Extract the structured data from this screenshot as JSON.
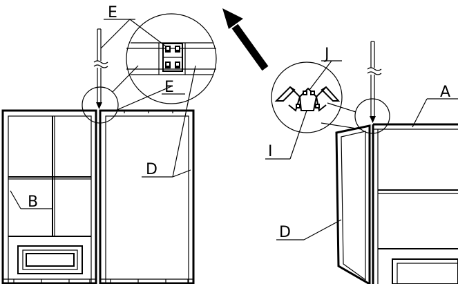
{
  "labels": {
    "E_top": "E",
    "E_detail": "E",
    "D_left": "D",
    "B": "B",
    "J": "J",
    "A": "A",
    "I": "I",
    "D_right": "D"
  }
}
